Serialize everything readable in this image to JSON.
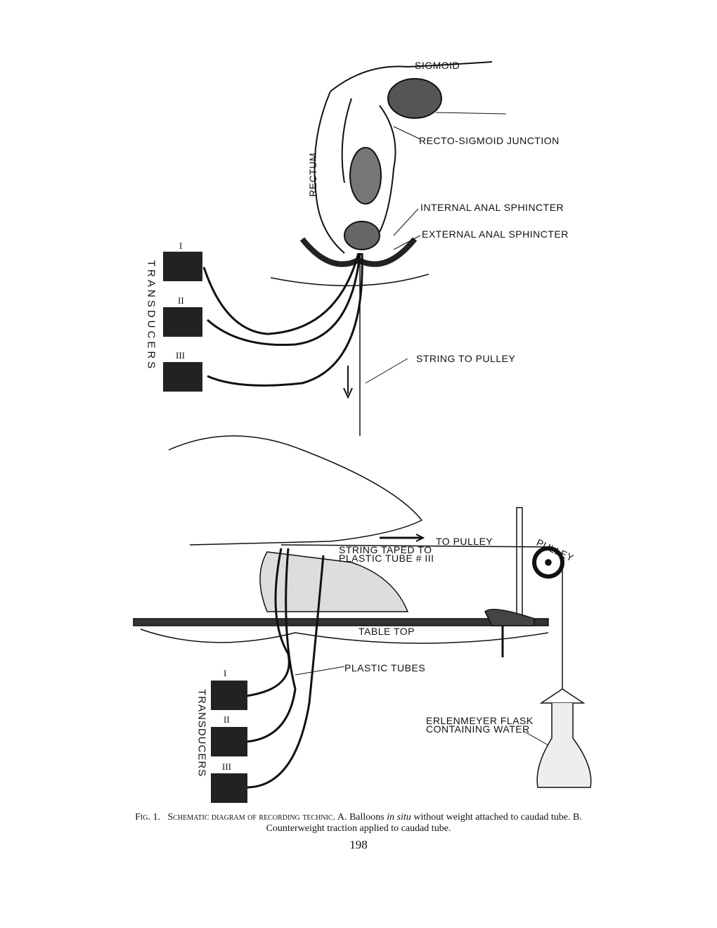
{
  "figure_a": {
    "labels": {
      "sigmoid": "SIGMOID",
      "rectum": "RECTUM",
      "recto_sigmoid": "RECTO-SIGMOID JUNCTION",
      "internal_sphincter": "INTERNAL ANAL SPHINCTER",
      "external_sphincter": "EXTERNAL ANAL SPHINCTER",
      "string": "STRING TO PULLEY",
      "transducers": "TRANSDUCERS"
    },
    "transducer_numbers": [
      "I",
      "II",
      "III"
    ]
  },
  "figure_b": {
    "labels": {
      "to_pulley": "TO PULLEY",
      "pulley": "PULLEY",
      "string_taped_1": "STRING TAPED TO",
      "string_taped_2": "PLASTIC TUBE # III",
      "table_top": "TABLE TOP",
      "plastic_tubes": "PLASTIC TUBES",
      "flask_1": "ERLENMEYER FLASK",
      "flask_2": "CONTAINING WATER",
      "transducers": "TRANSDUCERS"
    },
    "transducer_numbers": [
      "I",
      "II",
      "III"
    ]
  },
  "caption": {
    "fig": "Fig. 1.",
    "title": "Schematic diagram of recording technic.",
    "text_a1": " A. Balloons ",
    "text_a_italic": "in situ",
    "text_a2": " without weight attached to caudad tube.  B. Counterweight traction applied to caudad tube."
  },
  "page_number": "198"
}
